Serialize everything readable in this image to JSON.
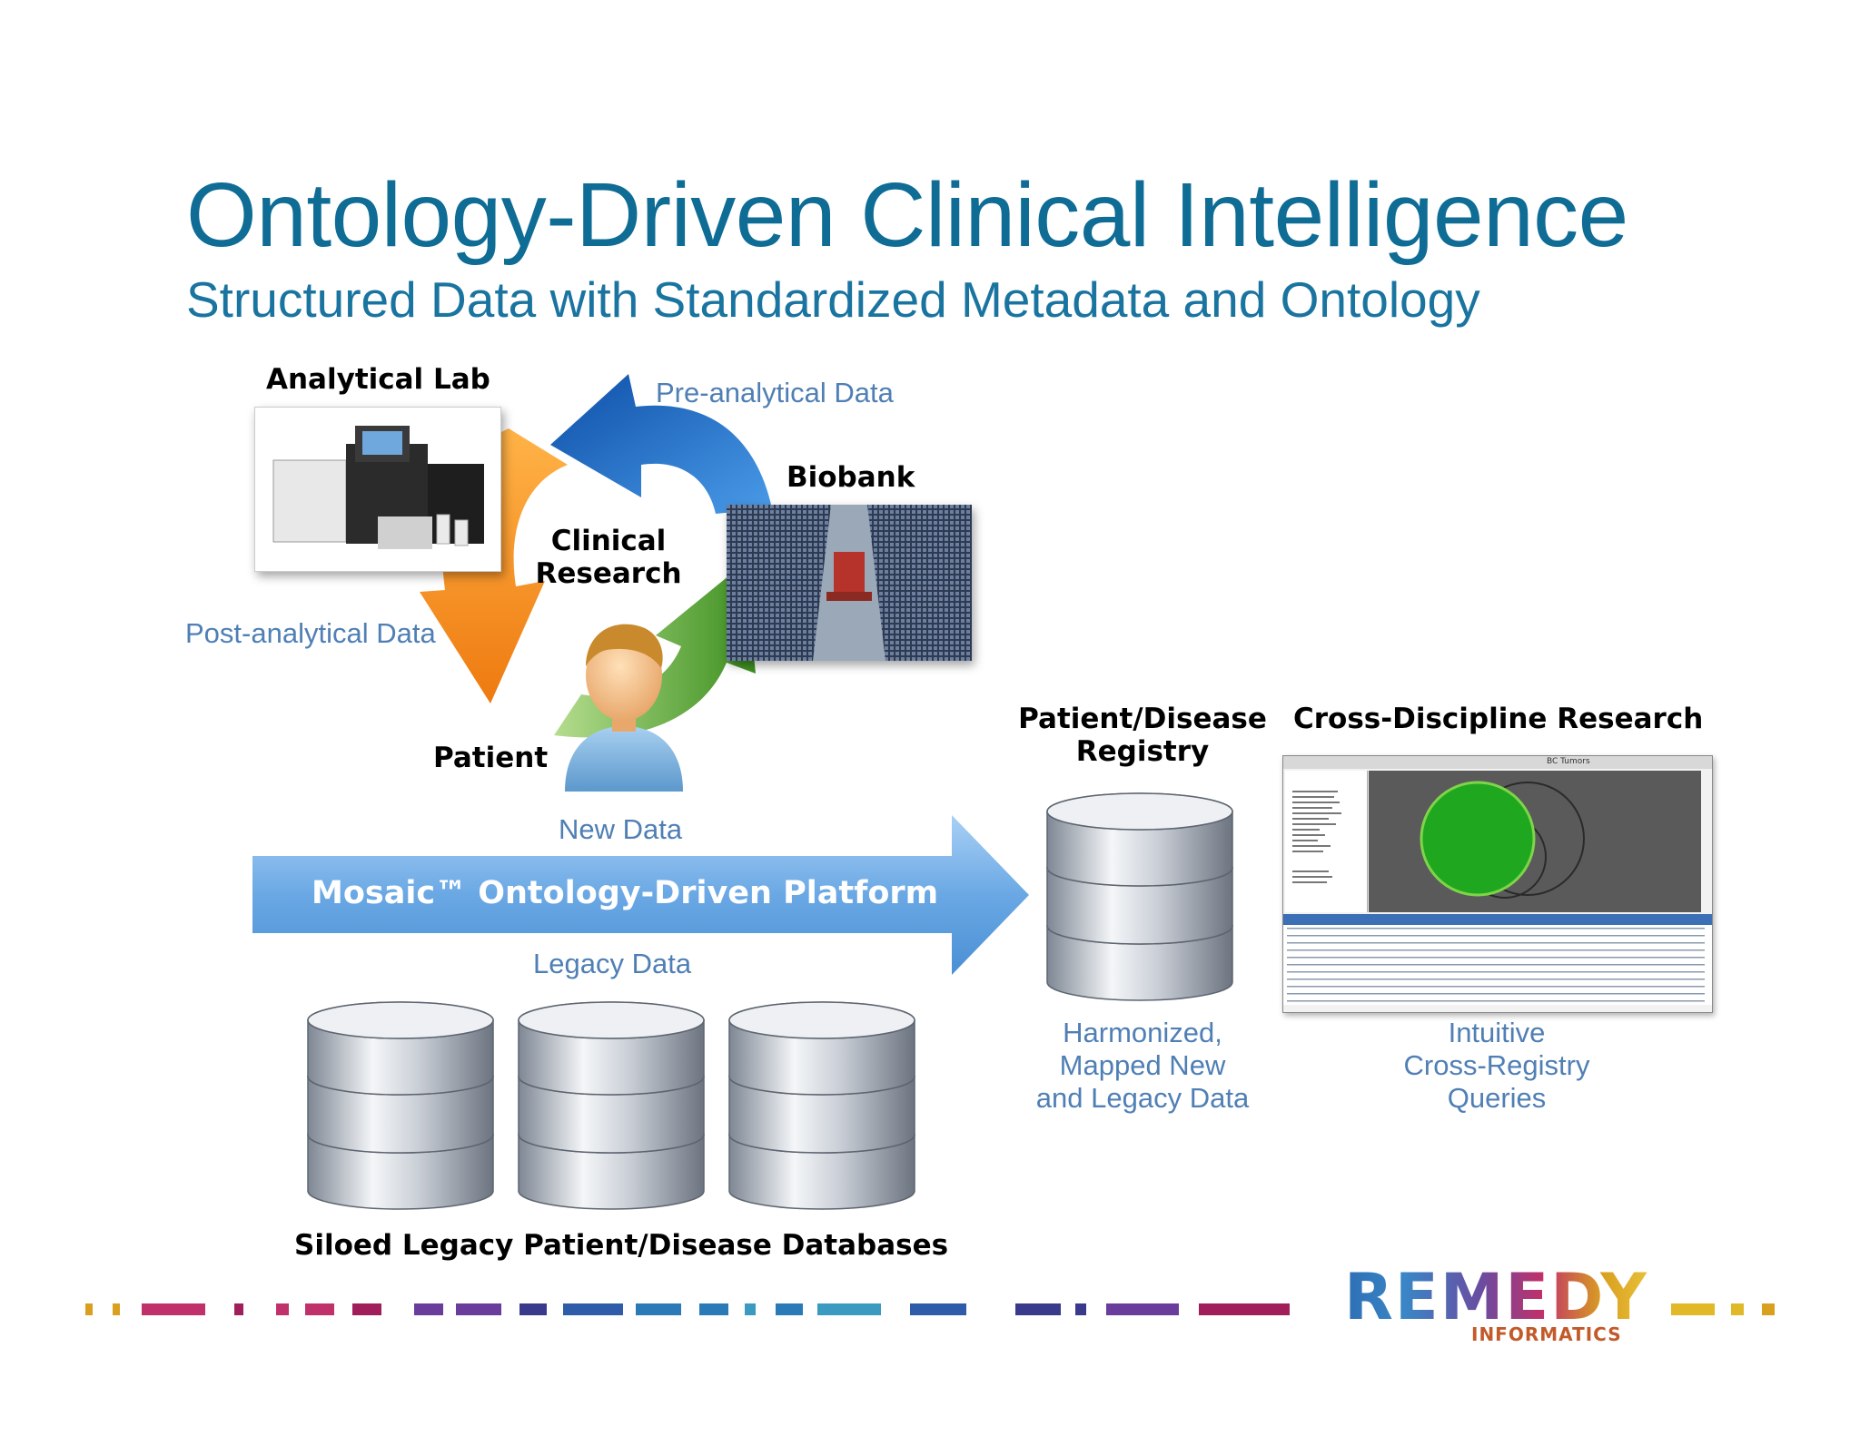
{
  "header": {
    "title": "Ontology-Driven Clinical Intelligence",
    "subtitle": "Structured Data with Standardized Metadata and Ontology"
  },
  "cycle": {
    "analytical_lab": "Analytical Lab",
    "biobank": "Biobank",
    "center_line1": "Clinical",
    "center_line2": "Research",
    "patient": "Patient",
    "pre_analytical": "Pre-analytical Data",
    "post_analytical": "Post-analytical Data"
  },
  "platform": {
    "new_data": "New Data",
    "arrow_label": "Mosaic™ Ontology-Driven Platform",
    "legacy_data": "Legacy Data"
  },
  "legacy": {
    "caption": "Siloed Legacy Patient/Disease Databases"
  },
  "registry": {
    "title_line1": "Patient/Disease",
    "title_line2": "Registry",
    "caption_line1": "Harmonized,",
    "caption_line2": "Mapped New",
    "caption_line3": "and Legacy Data"
  },
  "research": {
    "title": "Cross-Discipline Research",
    "caption_line1": "Intuitive",
    "caption_line2": "Cross-Registry",
    "caption_line3": "Queries",
    "screenshot_title": "BC Tumors"
  },
  "logo": {
    "name": "REMEDY",
    "sub": "INFORMATICS"
  },
  "colors": {
    "title": "#0e6c95",
    "flow_text": "#4f7fb5",
    "arrow_orange": "#f28a1c",
    "arrow_blue": "#1e63b8",
    "arrow_green": "#4a9e2a",
    "platform_arrow": "#7cb4e8"
  }
}
